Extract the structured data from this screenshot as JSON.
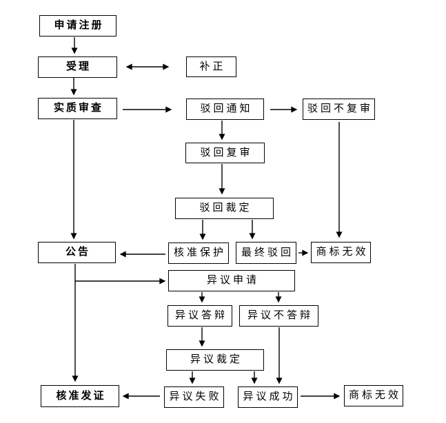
{
  "diagram": {
    "kind": "flowchart",
    "language": "zh-CN",
    "topic": "trademark-registration-process",
    "background_color": "#ffffff",
    "line_color": "#000000",
    "box_border_color": "#000000",
    "box_fill_color": "#ffffff",
    "text_color": "#000000",
    "nodes": {
      "apply": {
        "label": "申请注册"
      },
      "accept": {
        "label": "受理"
      },
      "correction": {
        "label": "补正"
      },
      "substantive_exam": {
        "label": "实质审查"
      },
      "rejection_notice": {
        "label": "驳回通知"
      },
      "rejection_no_review": {
        "label": "驳回不复审"
      },
      "rejection_review": {
        "label": "驳回复审"
      },
      "rejection_ruling": {
        "label": "驳回裁定"
      },
      "announcement": {
        "label": "公告"
      },
      "approved_protection": {
        "label": "核准保护"
      },
      "final_rejection": {
        "label": "最终驳回"
      },
      "trademark_invalid_top": {
        "label": "商标无效"
      },
      "opposition_application": {
        "label": "异议申请"
      },
      "opposition_defense": {
        "label": "异议答辩"
      },
      "opposition_no_defense": {
        "label": "异议不答辩"
      },
      "opposition_ruling": {
        "label": "异议裁定"
      },
      "approved_certificate": {
        "label": "核准发证"
      },
      "opposition_failed": {
        "label": "异议失败"
      },
      "opposition_success": {
        "label": "异议成功"
      },
      "trademark_invalid_bottom": {
        "label": "商标无效"
      }
    },
    "edges": [
      {
        "from": "申请注册",
        "to": "受理",
        "style": "arrow"
      },
      {
        "from": "受理",
        "to": "补正",
        "style": "double-arrow"
      },
      {
        "from": "受理",
        "to": "实质审查",
        "style": "arrow"
      },
      {
        "from": "实质审查",
        "to": "驳回通知",
        "style": "arrow"
      },
      {
        "from": "实质审查",
        "to": "公告",
        "style": "arrow"
      },
      {
        "from": "驳回通知",
        "to": "驳回不复审",
        "style": "arrow"
      },
      {
        "from": "驳回通知",
        "to": "驳回复审",
        "style": "arrow"
      },
      {
        "from": "驳回复审",
        "to": "驳回裁定",
        "style": "arrow"
      },
      {
        "from": "驳回不复审",
        "to": "商标无效(上)",
        "style": "arrow"
      },
      {
        "from": "驳回裁定",
        "to": "核准保护",
        "style": "arrow"
      },
      {
        "from": "驳回裁定",
        "to": "最终驳回",
        "style": "arrow"
      },
      {
        "from": "核准保护",
        "to": "公告",
        "style": "arrow"
      },
      {
        "from": "最终驳回",
        "to": "商标无效(上)",
        "style": "arrow"
      },
      {
        "from": "公告",
        "to": "核准发证",
        "style": "arrow"
      },
      {
        "from": "公告",
        "to": "异议申请",
        "style": "arrow"
      },
      {
        "from": "异议申请",
        "to": "异议答辩",
        "style": "arrow"
      },
      {
        "from": "异议申请",
        "to": "异议不答辩",
        "style": "arrow"
      },
      {
        "from": "异议答辩",
        "to": "异议裁定",
        "style": "arrow"
      },
      {
        "from": "异议裁定",
        "to": "异议失败",
        "style": "arrow"
      },
      {
        "from": "异议裁定",
        "to": "异议成功",
        "style": "arrow"
      },
      {
        "from": "异议不答辩",
        "to": "异议成功",
        "style": "arrow"
      },
      {
        "from": "异议失败",
        "to": "核准发证",
        "style": "arrow"
      },
      {
        "from": "异议成功",
        "to": "商标无效(下)",
        "style": "arrow"
      }
    ]
  }
}
